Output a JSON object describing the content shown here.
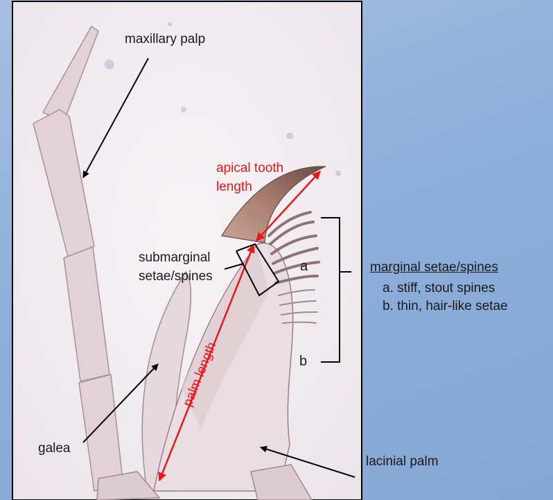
{
  "labels": {
    "maxillary_palp": "maxillary palp",
    "apical_tooth_line1": "apical  tooth",
    "apical_tooth_line2": "length",
    "submarginal_line1": "submarginal",
    "submarginal_line2": "setae/spines",
    "marker_a": "a",
    "marker_b": "b",
    "galea": "galea",
    "palm_length": "palm length",
    "lacinial_palm": "lacinial palm"
  },
  "key": {
    "title": "marginal  setae/spines",
    "items": [
      "a.  stiff, stout spines",
      "b.  thin, hair-like setae"
    ]
  },
  "colors": {
    "measurement": "#e8161b",
    "pointer": "#000000",
    "background": "#8eaedb",
    "specimen_bg": "#f1ecef"
  }
}
